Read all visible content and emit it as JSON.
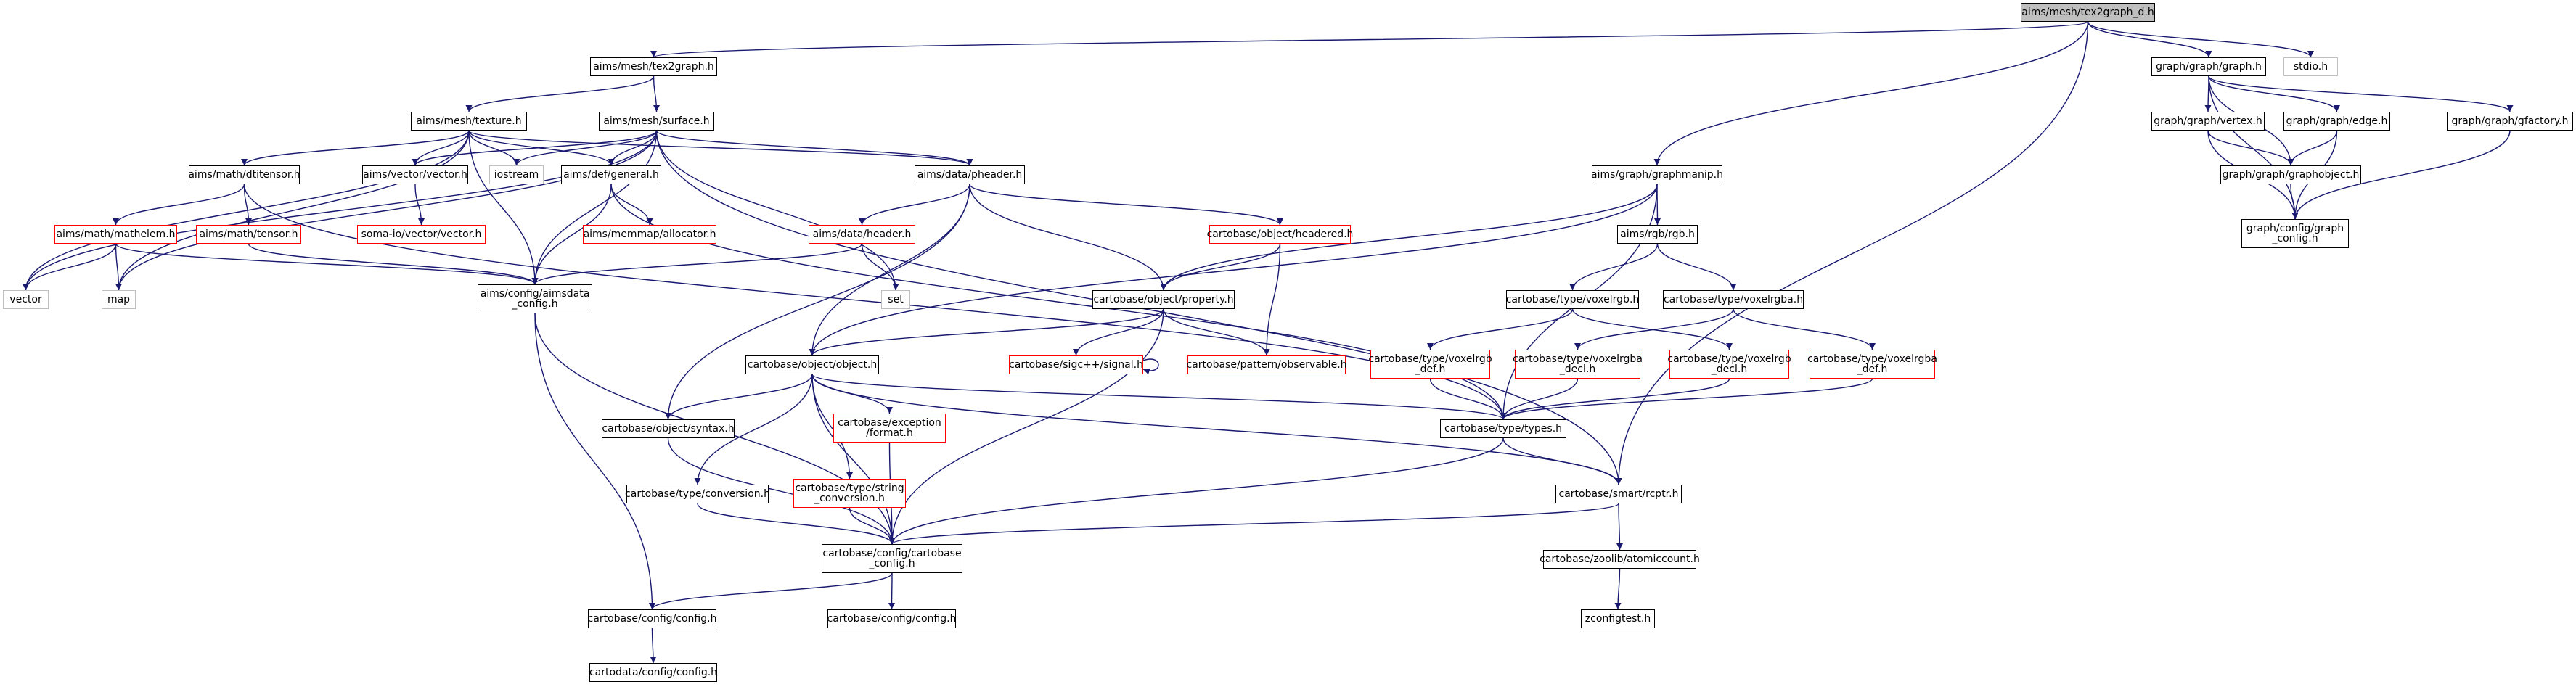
{
  "diagram": {
    "colors": {
      "edge": "#191970",
      "node_border": "#000000",
      "undocumented_border": "#ff0000",
      "external_border": "#bfbfbf",
      "root_fill": "#bfbfbf"
    },
    "nodes": [
      {
        "id": "root",
        "label": "aims/mesh/tex2graph_d.h"
      },
      {
        "id": "tex2graph",
        "label": "aims/mesh/tex2graph.h"
      },
      {
        "id": "stdio",
        "label": "stdio.h"
      },
      {
        "id": "graph",
        "label": "graph/graph/graph.h"
      },
      {
        "id": "texture",
        "label": "aims/mesh/texture.h"
      },
      {
        "id": "surface",
        "label": "aims/mesh/surface.h"
      },
      {
        "id": "graphmanip",
        "label": "aims/graph/graphmanip.h"
      },
      {
        "id": "vertex",
        "label": "graph/graph/vertex.h"
      },
      {
        "id": "edge",
        "label": "graph/graph/edge.h"
      },
      {
        "id": "gfactory",
        "label": "graph/graph/gfactory.h"
      },
      {
        "id": "graphobject",
        "label": "graph/graph/graphobject.h"
      },
      {
        "id": "graphconfig",
        "label": "graph/config/graph\n_config.h"
      },
      {
        "id": "dtitensor",
        "label": "aims/math/dtitensor.h"
      },
      {
        "id": "vectorh",
        "label": "aims/vector/vector.h"
      },
      {
        "id": "iostream",
        "label": "iostream"
      },
      {
        "id": "general",
        "label": "aims/def/general.h"
      },
      {
        "id": "pheader",
        "label": "aims/data/pheader.h"
      },
      {
        "id": "mathelem",
        "label": "aims/math/mathelem.h"
      },
      {
        "id": "tensor",
        "label": "aims/math/tensor.h"
      },
      {
        "id": "somaio",
        "label": "soma-io/vector/vector.h"
      },
      {
        "id": "allocator",
        "label": "aims/memmap/allocator.h"
      },
      {
        "id": "header",
        "label": "aims/data/header.h"
      },
      {
        "id": "headered",
        "label": "cartobase/object/headered.h"
      },
      {
        "id": "rgb",
        "label": "aims/rgb/rgb.h"
      },
      {
        "id": "vector",
        "label": "vector"
      },
      {
        "id": "map",
        "label": "map"
      },
      {
        "id": "aimsdata",
        "label": "aims/config/aimsdata\n_config.h"
      },
      {
        "id": "set",
        "label": "set"
      },
      {
        "id": "property",
        "label": "cartobase/object/property.h"
      },
      {
        "id": "voxelrgb",
        "label": "cartobase/type/voxelrgb.h"
      },
      {
        "id": "voxelrgba",
        "label": "cartobase/type/voxelrgba.h"
      },
      {
        "id": "object",
        "label": "cartobase/object/object.h"
      },
      {
        "id": "signal",
        "label": "cartobase/sigc++/signal.h"
      },
      {
        "id": "observable",
        "label": "cartobase/pattern/observable.h"
      },
      {
        "id": "voxelrgbdef",
        "label": "cartobase/type/voxelrgb\n_def.h"
      },
      {
        "id": "voxelrgbadecl",
        "label": "cartobase/type/voxelrgba\n_decl.h"
      },
      {
        "id": "voxelrgbdecl",
        "label": "cartobase/type/voxelrgb\n_decl.h"
      },
      {
        "id": "voxelrgbadef",
        "label": "cartobase/type/voxelrgba\n_def.h"
      },
      {
        "id": "syntax",
        "label": "cartobase/object/syntax.h"
      },
      {
        "id": "format",
        "label": "cartobase/exception\n/format.h"
      },
      {
        "id": "types",
        "label": "cartobase/type/types.h"
      },
      {
        "id": "conversion",
        "label": "cartobase/type/conversion.h"
      },
      {
        "id": "string",
        "label": "cartobase/type/string\n_conversion.h"
      },
      {
        "id": "rcptr",
        "label": "cartobase/smart/rcptr.h"
      },
      {
        "id": "cbconfig",
        "label": "cartobase/config/cartobase\n_config.h"
      },
      {
        "id": "atomic",
        "label": "cartobase/zoolib/atomiccount.h"
      },
      {
        "id": "config1",
        "label": "cartobase/config/config.h"
      },
      {
        "id": "config2",
        "label": "cartobase/config/config.h"
      },
      {
        "id": "zconfig",
        "label": "zconfigtest.h"
      },
      {
        "id": "cdconfig",
        "label": "cartodata/config/config.h"
      }
    ],
    "edges": [
      [
        "root",
        "tex2graph"
      ],
      [
        "root",
        "stdio"
      ],
      [
        "root",
        "graph"
      ],
      [
        "root",
        "graphmanip"
      ],
      [
        "root",
        "rcptr"
      ],
      [
        "tex2graph",
        "texture"
      ],
      [
        "tex2graph",
        "surface"
      ],
      [
        "texture",
        "dtitensor"
      ],
      [
        "texture",
        "vectorh"
      ],
      [
        "texture",
        "iostream"
      ],
      [
        "texture",
        "general"
      ],
      [
        "texture",
        "pheader"
      ],
      [
        "texture",
        "vector"
      ],
      [
        "texture",
        "map"
      ],
      [
        "texture",
        "aimsdata"
      ],
      [
        "surface",
        "vectorh"
      ],
      [
        "surface",
        "iostream"
      ],
      [
        "surface",
        "general"
      ],
      [
        "surface",
        "pheader"
      ],
      [
        "surface",
        "vector"
      ],
      [
        "surface",
        "map"
      ],
      [
        "surface",
        "set"
      ],
      [
        "surface",
        "aimsdata"
      ],
      [
        "surface",
        "rcptr"
      ],
      [
        "dtitensor",
        "mathelem"
      ],
      [
        "dtitensor",
        "tensor"
      ],
      [
        "dtitensor",
        "types"
      ],
      [
        "vectorh",
        "somaio"
      ],
      [
        "general",
        "allocator"
      ],
      [
        "general",
        "aimsdata"
      ],
      [
        "general",
        "types"
      ],
      [
        "pheader",
        "header"
      ],
      [
        "pheader",
        "headered"
      ],
      [
        "pheader",
        "property"
      ],
      [
        "pheader",
        "object"
      ],
      [
        "pheader",
        "syntax"
      ],
      [
        "mathelem",
        "vector"
      ],
      [
        "mathelem",
        "map"
      ],
      [
        "mathelem",
        "aimsdata"
      ],
      [
        "tensor",
        "aimsdata"
      ],
      [
        "header",
        "set"
      ],
      [
        "header",
        "aimsdata"
      ],
      [
        "headered",
        "property"
      ],
      [
        "headered",
        "observable"
      ],
      [
        "aimsdata",
        "cbconfig"
      ],
      [
        "aimsdata",
        "config1"
      ],
      [
        "graphmanip",
        "rgb"
      ],
      [
        "graphmanip",
        "property"
      ],
      [
        "graphmanip",
        "object"
      ],
      [
        "graphmanip",
        "types"
      ],
      [
        "rgb",
        "voxelrgb"
      ],
      [
        "rgb",
        "voxelrgba"
      ],
      [
        "voxelrgb",
        "voxelrgbdef"
      ],
      [
        "voxelrgb",
        "voxelrgbdecl"
      ],
      [
        "voxelrgba",
        "voxelrgbadecl"
      ],
      [
        "voxelrgba",
        "voxelrgbadef"
      ],
      [
        "voxelrgbdef",
        "types"
      ],
      [
        "voxelrgbadecl",
        "types"
      ],
      [
        "voxelrgbdecl",
        "types"
      ],
      [
        "voxelrgbadef",
        "types"
      ],
      [
        "property",
        "object"
      ],
      [
        "property",
        "signal"
      ],
      [
        "property",
        "observable"
      ],
      [
        "property",
        "cbconfig"
      ],
      [
        "signal",
        "signal"
      ],
      [
        "object",
        "syntax"
      ],
      [
        "object",
        "format"
      ],
      [
        "object",
        "types"
      ],
      [
        "object",
        "conversion"
      ],
      [
        "object",
        "string"
      ],
      [
        "object",
        "rcptr"
      ],
      [
        "object",
        "cbconfig"
      ],
      [
        "syntax",
        "cbconfig"
      ],
      [
        "format",
        "cbconfig"
      ],
      [
        "conversion",
        "cbconfig"
      ],
      [
        "string",
        "cbconfig"
      ],
      [
        "types",
        "cbconfig"
      ],
      [
        "types",
        "rcptr"
      ],
      [
        "rcptr",
        "cbconfig"
      ],
      [
        "rcptr",
        "atomic"
      ],
      [
        "atomic",
        "zconfig"
      ],
      [
        "cbconfig",
        "config1"
      ],
      [
        "cbconfig",
        "config2"
      ],
      [
        "config1",
        "cdconfig"
      ],
      [
        "graph",
        "vertex"
      ],
      [
        "graph",
        "edge"
      ],
      [
        "graph",
        "gfactory"
      ],
      [
        "graph",
        "graphobject"
      ],
      [
        "graph",
        "graphconfig"
      ],
      [
        "vertex",
        "graphobject"
      ],
      [
        "vertex",
        "graphconfig"
      ],
      [
        "edge",
        "graphobject"
      ],
      [
        "edge",
        "graphconfig"
      ],
      [
        "gfactory",
        "graphconfig"
      ],
      [
        "graphobject",
        "graphconfig"
      ]
    ]
  }
}
